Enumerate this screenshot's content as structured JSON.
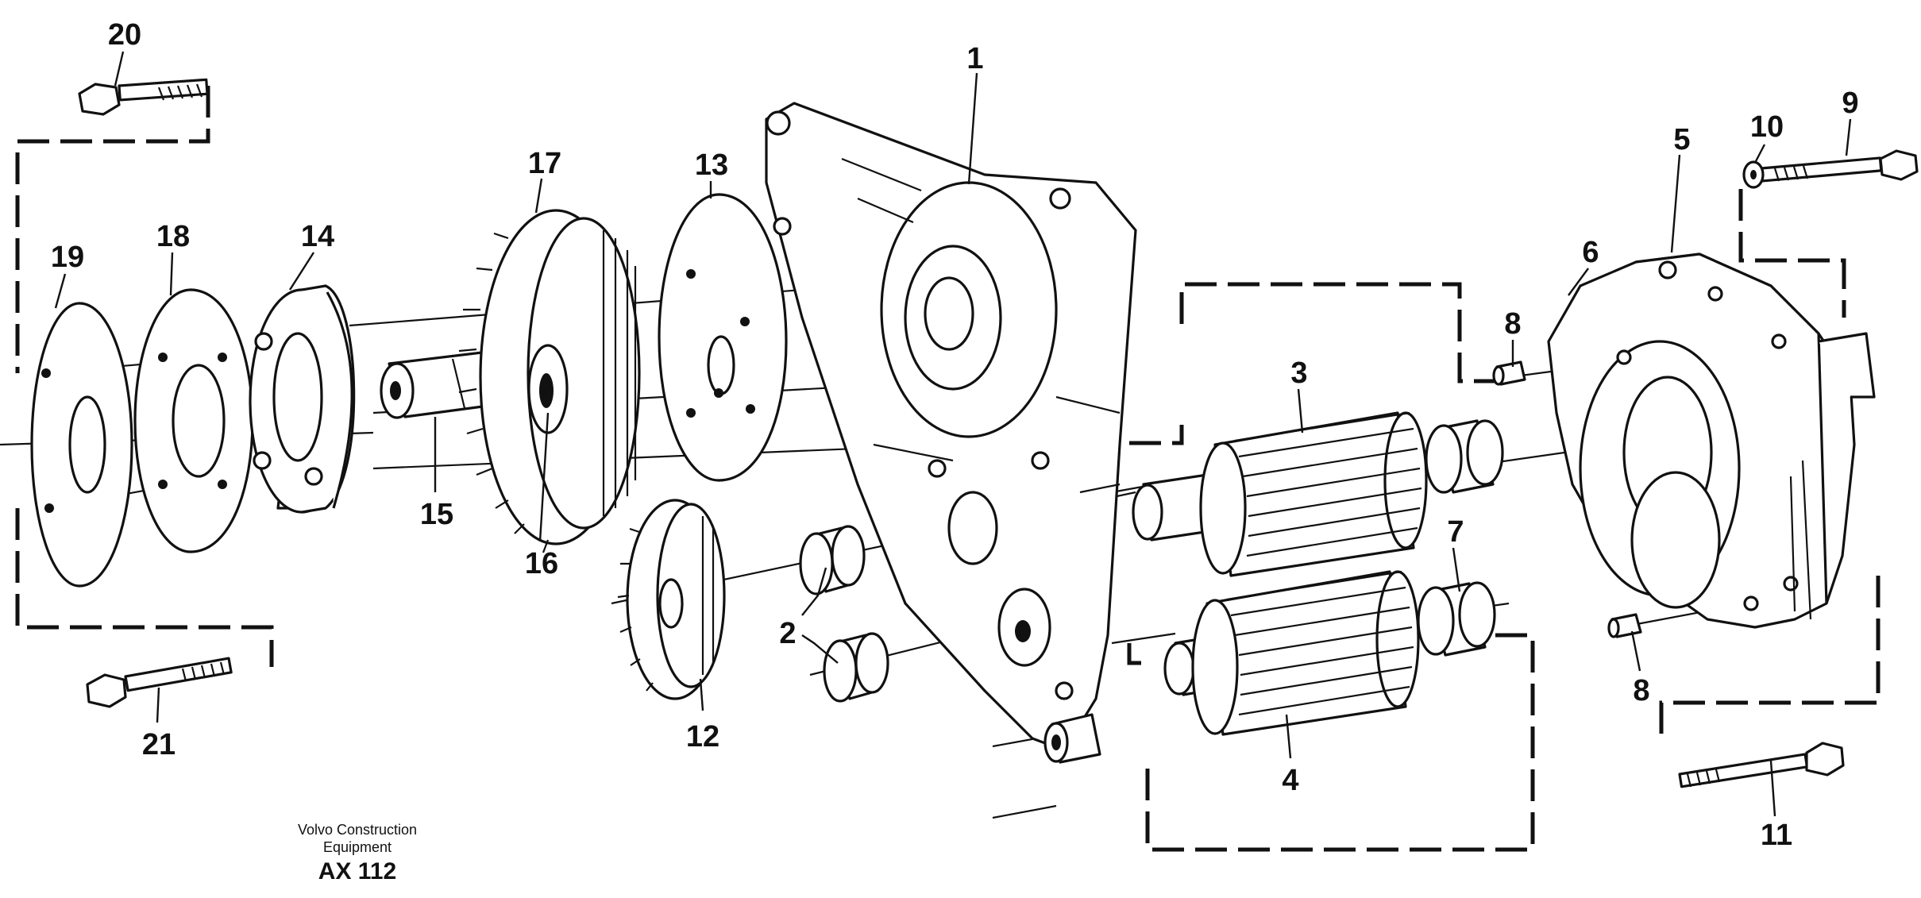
{
  "credit": {
    "company_line1": "Volvo Construction",
    "company_line2": "Equipment",
    "code": "AX 112"
  },
  "callouts": {
    "c1": "1",
    "c2": "2",
    "c3": "3",
    "c4": "4",
    "c5": "5",
    "c6": "6",
    "c7": "7",
    "c8a": "8",
    "c8b": "8",
    "c9": "9",
    "c10": "10",
    "c11": "11",
    "c12": "12",
    "c13": "13",
    "c14": "14",
    "c15": "15",
    "c16": "16",
    "c17": "17",
    "c18": "18",
    "c19": "19",
    "c20": "20",
    "c21": "21"
  }
}
